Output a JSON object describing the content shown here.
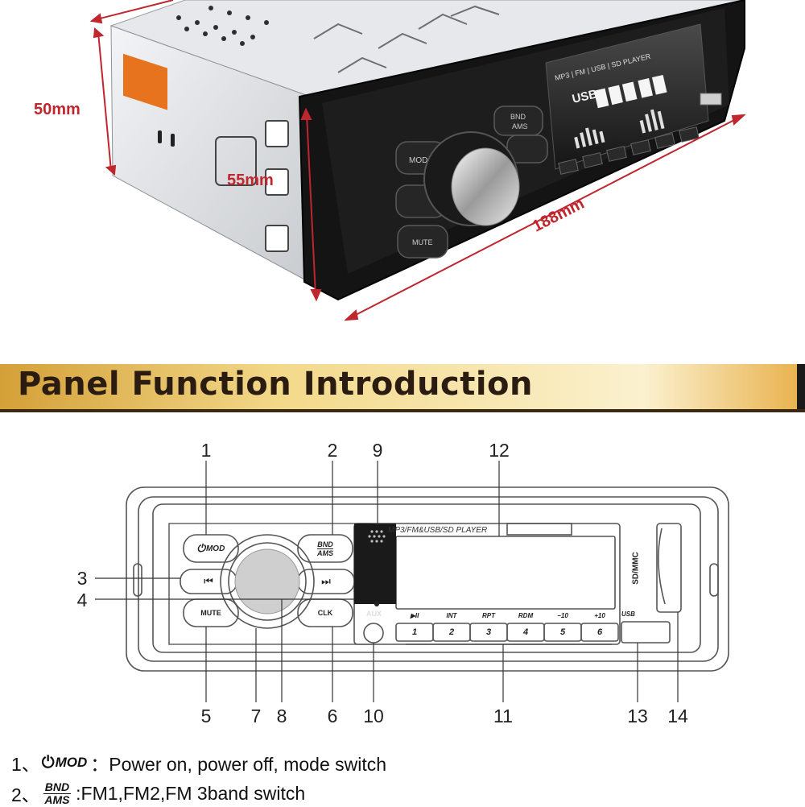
{
  "dimensions": {
    "height": "50mm",
    "depth": "55mm",
    "length": "188mm"
  },
  "photo": {
    "display_text": "USB",
    "display_brand": "MP3 | FM | USB | SD PLAYER",
    "btn_mod": "MOD",
    "btn_bnd": "BND",
    "btn_ams": "AMS",
    "btn_mute": "MUTE"
  },
  "banner": {
    "title": "Panel Function Introduction"
  },
  "panel": {
    "display_header": "MP3/FM&USB/SD PLAYER",
    "btn_mod": "MOD",
    "btn_bnd": "BND",
    "btn_ams": "AMS",
    "btn_mute": "MUTE",
    "btn_clk": "CLK",
    "btn_prev": "⏮",
    "btn_next": "⏭",
    "aux": "AUX",
    "sd_mmc": "SD/MMC",
    "usb": "USB",
    "funcs": [
      "▶II",
      "INT",
      "RPT",
      "RDM",
      "−10",
      "+10"
    ],
    "presets": [
      "1",
      "2",
      "3",
      "4",
      "5",
      "6"
    ]
  },
  "callouts": [
    "1",
    "2",
    "9",
    "12",
    "3",
    "4",
    "5",
    "7",
    "8",
    "6",
    "10",
    "11",
    "13",
    "14"
  ],
  "descriptions": [
    {
      "num": "1、",
      "symbol": "MOD",
      "text": "：Power on, power off, mode switch"
    },
    {
      "num": "2、",
      "symbol_top": "BND",
      "symbol_bottom": "AMS",
      "text": ":FM1,FM2,FM 3band switch"
    }
  ]
}
